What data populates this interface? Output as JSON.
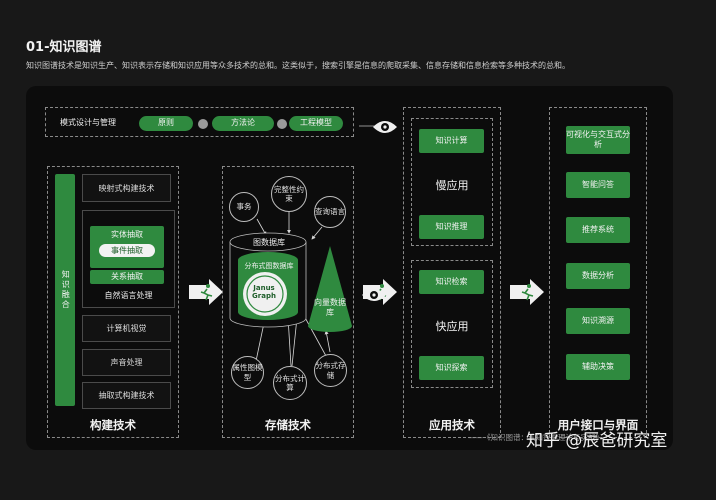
{
  "header": {
    "title": "01-知识图谱",
    "description": "知识图谱技术是知识生产、知识表示存储和知识应用等众多技术的总和。这类似于，搜索引擎是信息的爬取采集、信息存储和信息检索等多种技术的总和。"
  },
  "top_bar": {
    "label": "模式设计与管理",
    "steps": [
      "原则",
      "方法论",
      "工程模型"
    ]
  },
  "build": {
    "title": "构建技术",
    "side_label": "知识融合",
    "mapping": "映射式构建技术",
    "entity": "实体抽取",
    "event": "事件抽取",
    "relation": "关系抽取",
    "nlp": "自然语言处理",
    "vision": "计算机视觉",
    "audio": "声音处理",
    "extract": "抽取式构建技术"
  },
  "storage": {
    "title": "存储技术",
    "transaction": "事务",
    "integrity": "完整性约束",
    "query": "查询语言",
    "graph_db": "图数据库",
    "dist_graph_db": "分布式图数据库",
    "janus": "Janus Graph",
    "vector_db": "向量数据库",
    "property_graph": "属性图模型",
    "dist_compute": "分布式计算",
    "dist_storage": "分布式存储"
  },
  "application": {
    "title": "应用技术",
    "slow": "慢应用",
    "fast": "快应用",
    "items_slow": [
      "知识计算",
      "知识推理"
    ],
    "items_fast": [
      "知识检索",
      "知识探索"
    ]
  },
  "interface": {
    "title": "用户接口与界面",
    "items": [
      "可视化与交互式分析",
      "智能问答",
      "推荐系统",
      "数据分析",
      "知识溯源",
      "辅助决策"
    ]
  },
  "footer": {
    "caption": "——《知识图谱：认知智能理论与实战》",
    "watermark": "知乎 @辰爸研究室"
  },
  "colors": {
    "green": "#2f8a3f",
    "background": "#181818",
    "panel": "#0c0c0c"
  }
}
